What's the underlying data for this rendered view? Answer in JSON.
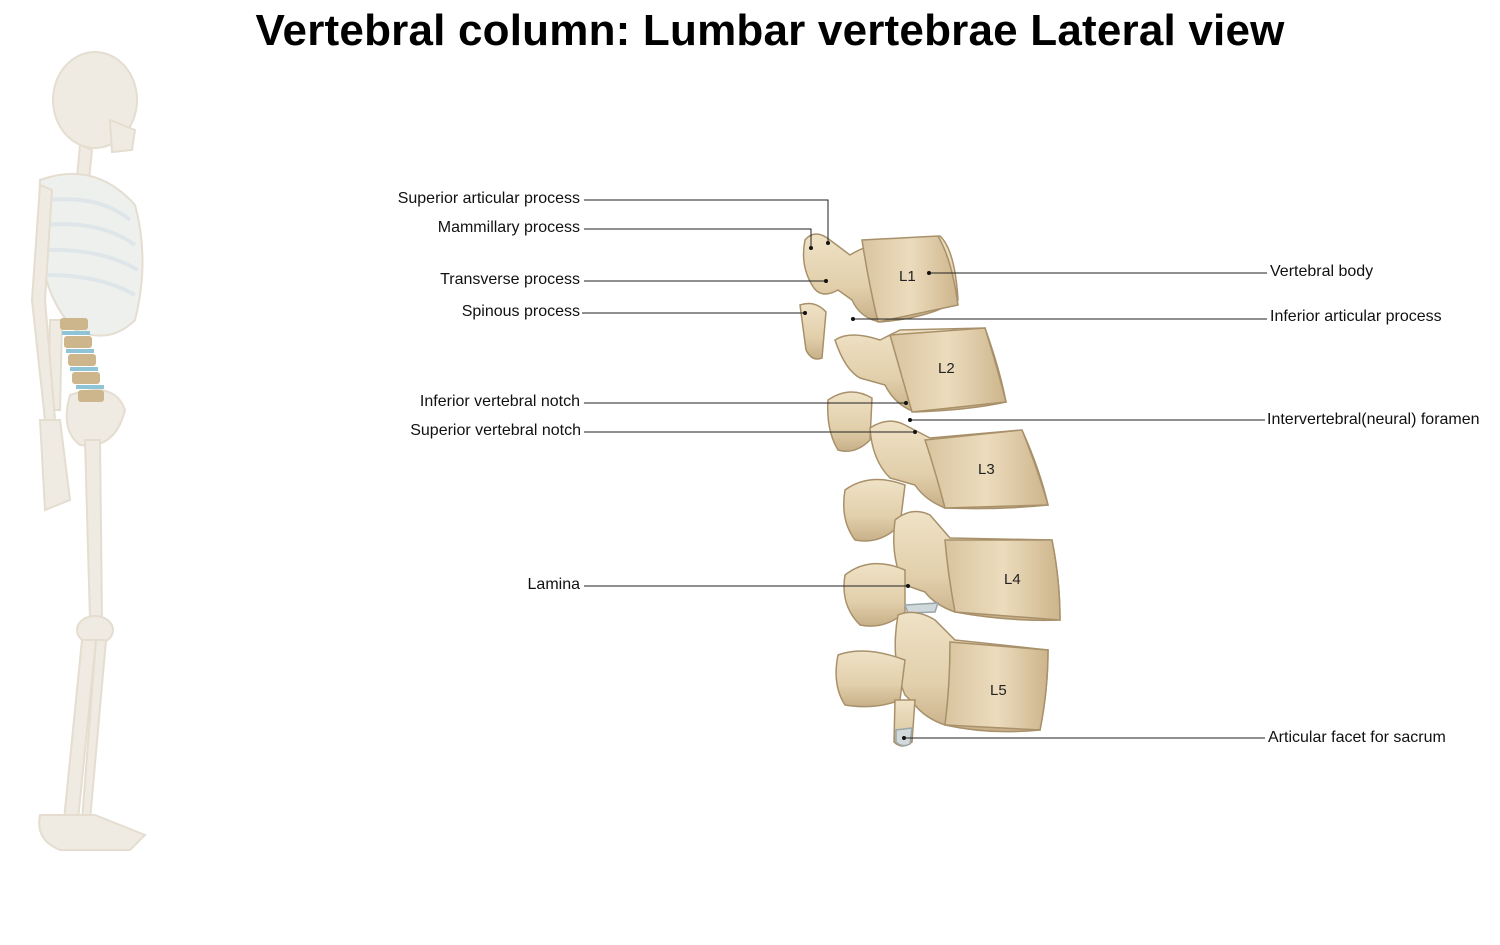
{
  "title": "Vertebral column: Lumbar vertebrae Lateral view",
  "colors": {
    "bone": "#e8d7b8",
    "bone_shadow": "#c9b48e",
    "bone_dark": "#a8916a",
    "skeleton_ghost": "#efeae0",
    "disc_blue": "#8fc3d6",
    "leader_line": "#222222"
  },
  "labels_left": {
    "superior_articular_process": "Superior articular process",
    "mammillary_process": "Mammillary process",
    "transverse_process": "Transverse process",
    "spinous_process": "Spinous process",
    "inferior_vertebral_notch": "Inferior vertebral notch",
    "superior_vertebral_notch": "Superior vertebral notch",
    "lamina": "Lamina"
  },
  "labels_right": {
    "vertebral_body": "Vertebral body",
    "inferior_articular_process": "Inferior articular process",
    "intervertebral_foramen": "Intervertebral(neural) foramen",
    "articular_facet_sacrum": "Articular facet for sacrum"
  },
  "vertebrae": [
    "L1",
    "L2",
    "L3",
    "L4",
    "L5"
  ]
}
